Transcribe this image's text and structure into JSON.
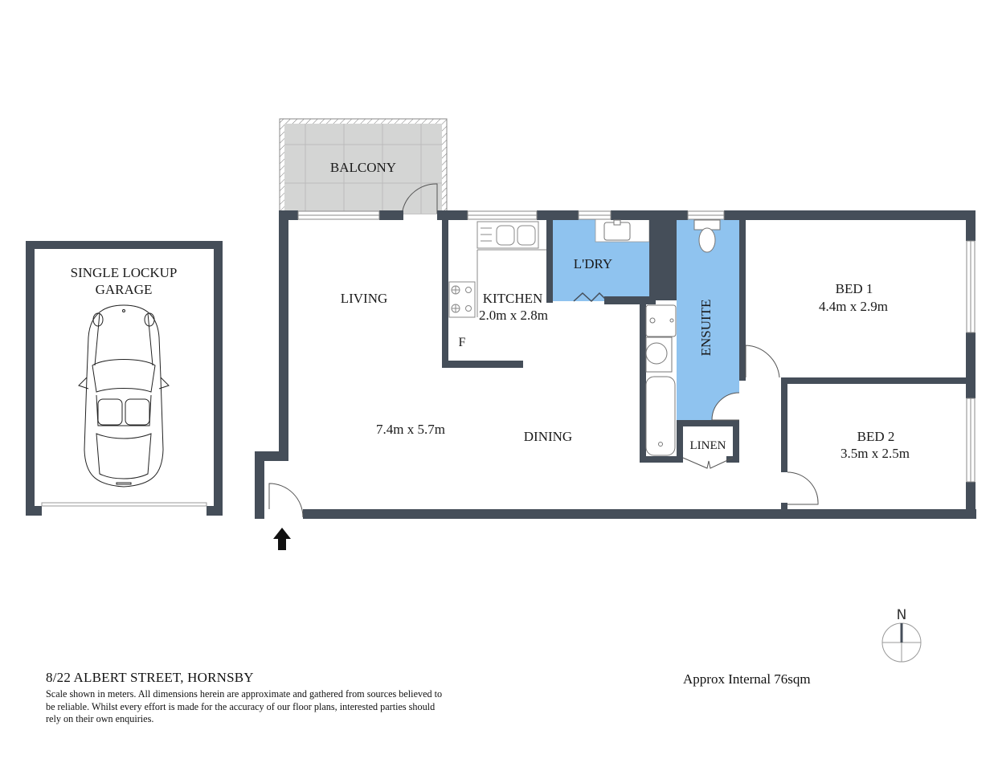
{
  "plan": {
    "address": "8/22 ALBERT STREET, HORNSBY",
    "disclaimer": "Scale shown in meters. All dimensions herein are approximate and gathered from sources believed to be reliable. Whilst every effort is made for the accuracy of our floor plans, interested parties should rely on their own enquiries.",
    "approx_internal": "Approx Internal 76sqm",
    "north_label": "N"
  },
  "rooms": {
    "garage": {
      "line1": "SINGLE LOCKUP",
      "line2": "GARAGE"
    },
    "balcony": {
      "name": "BALCONY"
    },
    "living": {
      "name": "LIVING",
      "dims": "7.4m x 5.7m"
    },
    "dining": {
      "name": "DINING"
    },
    "kitchen": {
      "name": "KITCHEN",
      "dims": "2.0m x 2.8m",
      "fridge": "F"
    },
    "laundry": {
      "name": "L'DRY"
    },
    "ensuite": {
      "name": "ENSUITE"
    },
    "linen": {
      "name": "LINEN"
    },
    "bed1": {
      "name": "BED 1",
      "dims": "4.4m x 2.9m"
    },
    "bed2": {
      "name": "BED 2",
      "dims": "3.5m x 2.5m"
    }
  },
  "colors": {
    "wall": "#454e59",
    "wet_area": "#8fc3ef",
    "balcony": "#d4d5d4"
  }
}
